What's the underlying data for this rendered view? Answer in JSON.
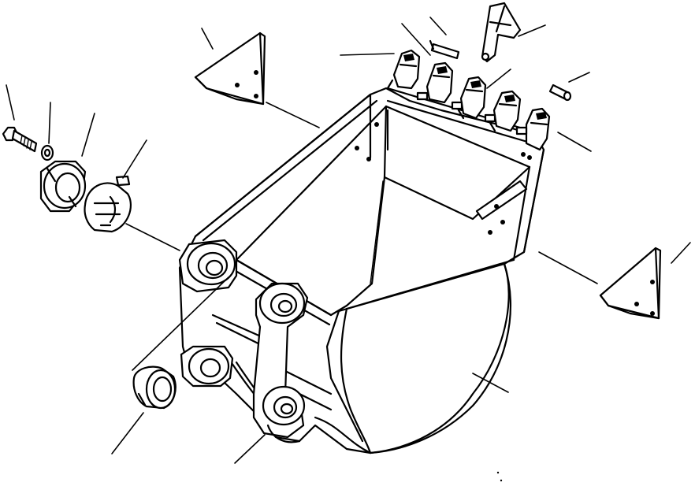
{
  "diagram": {
    "parts": [
      {
        "name": "bolt",
        "icon": "bolt-icon"
      },
      {
        "name": "washer",
        "icon": "washer-icon"
      },
      {
        "name": "nut-ring",
        "icon": "nut-ring-icon"
      },
      {
        "name": "shim-plate",
        "icon": "shim-plate-icon"
      },
      {
        "name": "side-cutter-left",
        "icon": "side-cutter-icon"
      },
      {
        "name": "side-cutter-right",
        "icon": "side-cutter-icon"
      },
      {
        "name": "tooth-point",
        "icon": "tooth-point-icon"
      },
      {
        "name": "tooth-adapter",
        "icon": "tooth-adapter-icon"
      },
      {
        "name": "lock-pin-long",
        "icon": "lock-pin-icon"
      },
      {
        "name": "lock-pin-short",
        "icon": "lock-pin-icon"
      },
      {
        "name": "bushing",
        "icon": "bushing-icon"
      },
      {
        "name": "bucket-body",
        "icon": "bucket-icon"
      }
    ]
  }
}
